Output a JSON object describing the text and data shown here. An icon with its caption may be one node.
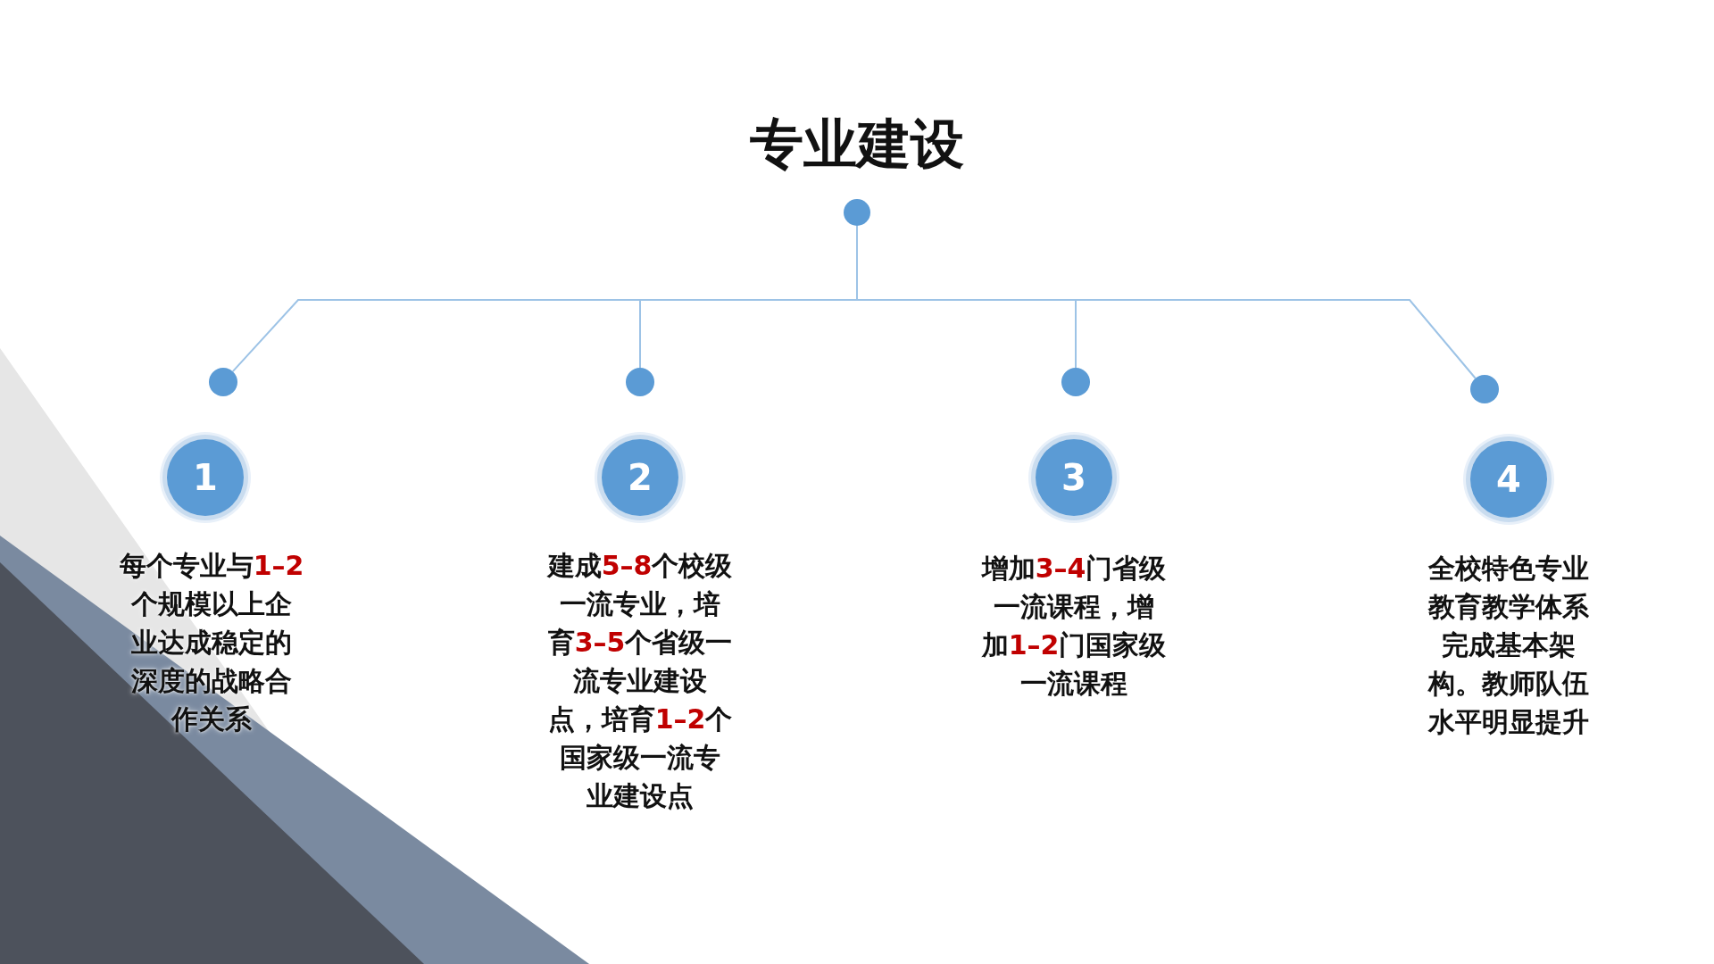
{
  "diagram": {
    "title": "专业建设",
    "nodes": [
      {
        "text": [],
        "shape": "circle"
      },
      {
        "text": [],
        "shape": "circle"
      },
      {
        "text": [],
        "shape": "circle"
      },
      {
        "text": [],
        "shape": "circle"
      },
      {
        "text": [],
        "shape": "circle"
      },
      {
        "text": [
          "1"
        ],
        "beside": [
          "每个专业与**1–2**个规模以上企业达成稳定的深度的战略合作关系"
        ]
      },
      {
        "text": [
          "2"
        ],
        "beside": [
          "建成**5–8**个校级一流专业，培育**3–5**个省级一流专业建设点，培育**1–2**个国家级一流专业建设点"
        ]
      },
      {
        "text": [
          "3"
        ],
        "beside": [
          "增加**3–4**门省级一流课程，增加**1–2**门国家级一流课程"
        ]
      },
      {
        "text": [
          "4"
        ],
        "beside": [
          "全校特色专业教育教学体系完成基本架构。教师队伍水平明显提升"
        ]
      }
    ],
    "edges": [
      {
        "from": 0,
        "to": 1,
        "arrow": "none"
      },
      {
        "from": 0,
        "to": 2,
        "arrow": "none"
      },
      {
        "from": 0,
        "to": 3,
        "arrow": "none"
      },
      {
        "from": 0,
        "to": 4,
        "arrow": "none"
      }
    ]
  }
}
